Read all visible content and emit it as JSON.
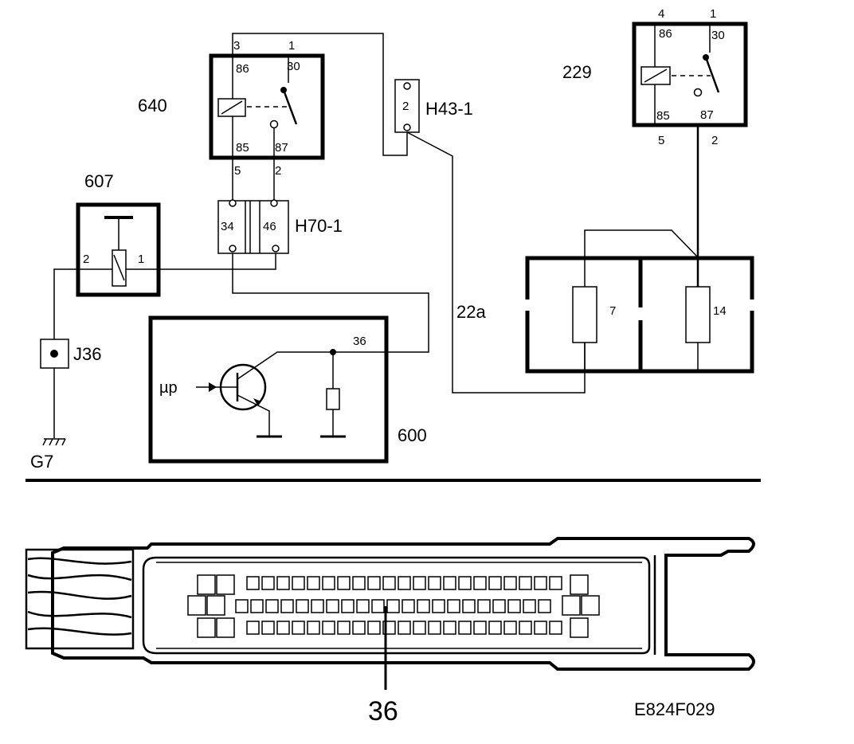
{
  "figure_id": "E824F029",
  "components": {
    "relay_640": {
      "id": "640",
      "pin_top_left": "3",
      "pin_top_right": "1",
      "term_86": "86",
      "term_30": "30",
      "term_85": "85",
      "term_87": "87",
      "pin_bottom_left": "5",
      "pin_bottom_right": "2"
    },
    "relay_229": {
      "id": "229",
      "pin_top_left": "4",
      "pin_top_right": "1",
      "term_86": "86",
      "term_30": "30",
      "term_85": "85",
      "term_87": "87",
      "pin_bottom_left": "5",
      "pin_bottom_right": "2"
    },
    "connector_h43": {
      "id": "H43-1",
      "pin": "2"
    },
    "connector_h70": {
      "id": "H70-1",
      "pin_left": "34",
      "pin_right": "46"
    },
    "component_607": {
      "id": "607",
      "pin_left": "2",
      "pin_right": "1"
    },
    "junction_j36": {
      "id": "J36"
    },
    "ground_g7": {
      "id": "G7"
    },
    "fusebox": {
      "fuse_left": "7",
      "fuse_right": "14"
    },
    "wire_22a": {
      "id": "22a"
    },
    "ecu_600": {
      "id": "600",
      "pin": "36",
      "input_label": "µp"
    }
  },
  "connector_callout": {
    "pin": "36"
  }
}
